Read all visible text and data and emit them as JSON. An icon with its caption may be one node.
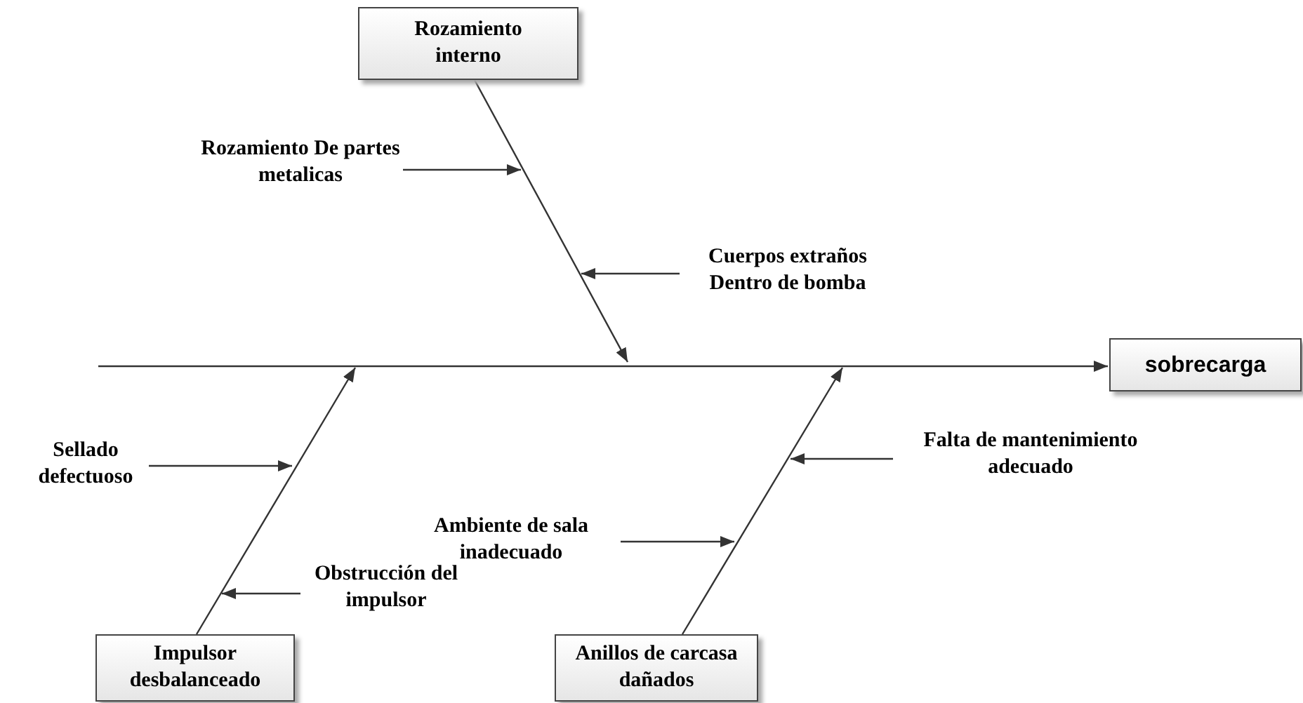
{
  "diagram": {
    "nodes": [
      {
        "text": [
          "Rozamiento interno"
        ]
      },
      {
        "text": [
          "Rozamiento De partes metalicas"
        ]
      },
      {
        "text": [
          "Cuerpos extraños Dentro de bomba"
        ]
      },
      {
        "text": [
          "sobrecarga"
        ]
      },
      {
        "text": [
          "Sellado defectuoso"
        ]
      },
      {
        "text": [
          "Falta de mantenimiento adecuado"
        ]
      },
      {
        "text": [
          "Ambiente de sala inadecuado"
        ]
      },
      {
        "text": [
          "Obstrucción del impulsor"
        ]
      },
      {
        "text": [
          "Impulsor desbalanceado"
        ]
      },
      {
        "text": [
          "Anillos de carcasa dañados"
        ]
      }
    ],
    "edges": [
      {
        "from": null,
        "to": 3,
        "arrow": "to"
      },
      {
        "from": 0,
        "to": null,
        "arrow": "to"
      },
      {
        "from": 1,
        "to": null,
        "arrow": "to"
      },
      {
        "from": 2,
        "to": null,
        "arrow": "to"
      },
      {
        "from": 8,
        "to": null,
        "arrow": "to"
      },
      {
        "from": 4,
        "to": null,
        "arrow": "to"
      },
      {
        "from": 7,
        "to": null,
        "arrow": "to"
      },
      {
        "from": 9,
        "to": null,
        "arrow": "to"
      },
      {
        "from": 5,
        "to": null,
        "arrow": "to"
      },
      {
        "from": 6,
        "to": null,
        "arrow": "to"
      }
    ]
  }
}
